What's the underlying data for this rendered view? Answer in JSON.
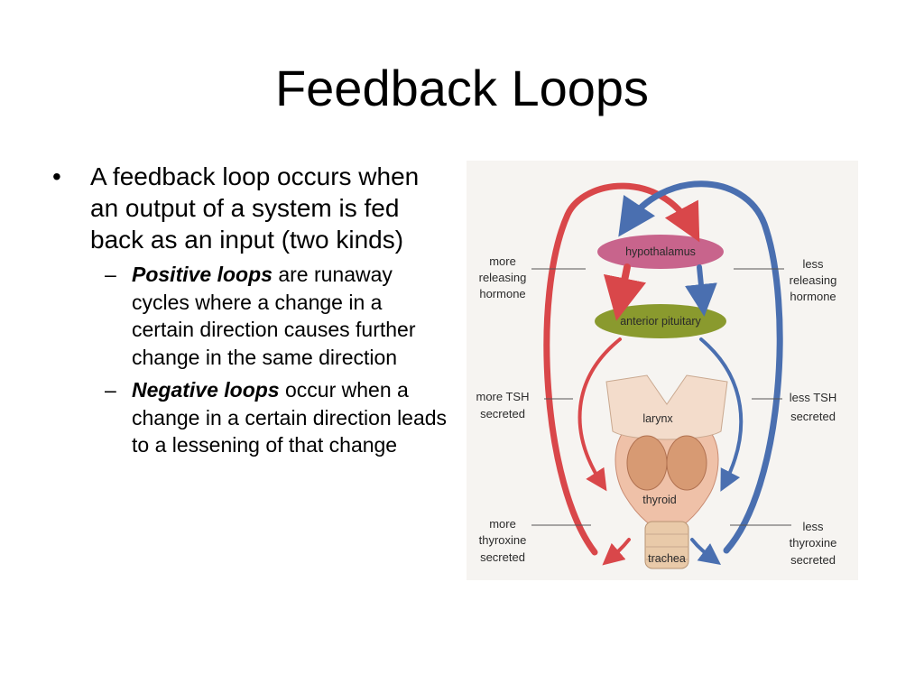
{
  "slide": {
    "title": "Feedback Loops",
    "bullet": {
      "symbol": "•",
      "text": "A feedback loop occurs when an output of a system is fed back as an input (two kinds)"
    },
    "sub_bullets": [
      {
        "symbol": "–",
        "term": "Positive loops",
        "text": " are runaway cycles where a change in a certain direction causes further change in the same direction"
      },
      {
        "symbol": "–",
        "term": "Negative loops",
        "text": " occur when a change in a certain direction leads to a lessening of that change"
      }
    ]
  },
  "diagram": {
    "organs": {
      "hypothalamus": "hypothalamus",
      "anterior_pituitary": "anterior pituitary",
      "larynx": "larynx",
      "thyroid": "thyroid",
      "trachea": "trachea"
    },
    "left_labels": {
      "releasing": [
        "more",
        "releasing",
        "hormone"
      ],
      "tsh": [
        "more TSH",
        "secreted"
      ],
      "thyroxine": [
        "more",
        "thyroxine",
        "secreted"
      ]
    },
    "right_labels": {
      "releasing": [
        "less",
        "releasing",
        "hormone"
      ],
      "tsh": [
        "less TSH",
        "secreted"
      ],
      "thyroxine": [
        "less",
        "thyroxine",
        "secreted"
      ]
    },
    "colors": {
      "positive_arrow": "#d9474a",
      "negative_arrow": "#4a6fb0",
      "hypothalamus": "#c8648c",
      "anterior_pituitary": "#8a9a2e",
      "thyroid": "#efc1a8",
      "larynx": "#f3dccb"
    }
  }
}
